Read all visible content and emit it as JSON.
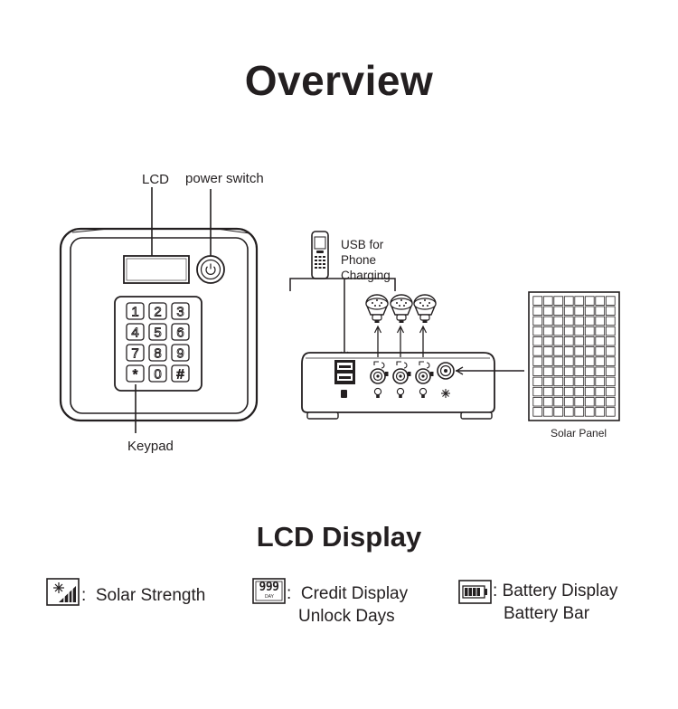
{
  "titles": {
    "overview": "Overview",
    "lcd_display": "LCD Display"
  },
  "device_labels": {
    "lcd": "LCD",
    "power_switch": "power switch",
    "keypad": "Keypad"
  },
  "keypad_keys": [
    "1",
    "2",
    "3",
    "4",
    "5",
    "6",
    "7",
    "8",
    "9",
    "*",
    "0",
    "#"
  ],
  "base_labels": {
    "usb_line1": "USB for",
    "usb_line2": "Phone",
    "usb_line3": "Charging",
    "solar_panel": "Solar Panel"
  },
  "legend": {
    "solar": {
      "icon": "solar-strength-icon",
      "text": "Solar Strength"
    },
    "credit": {
      "icon": "credit-display-icon",
      "digits": "999",
      "unit": "DAY",
      "line1": "Credit Display",
      "line2": "Unlock Days"
    },
    "battery": {
      "icon": "battery-icon",
      "line1": "Battery Display",
      "line2": "Battery Bar"
    },
    "separator": ":"
  }
}
